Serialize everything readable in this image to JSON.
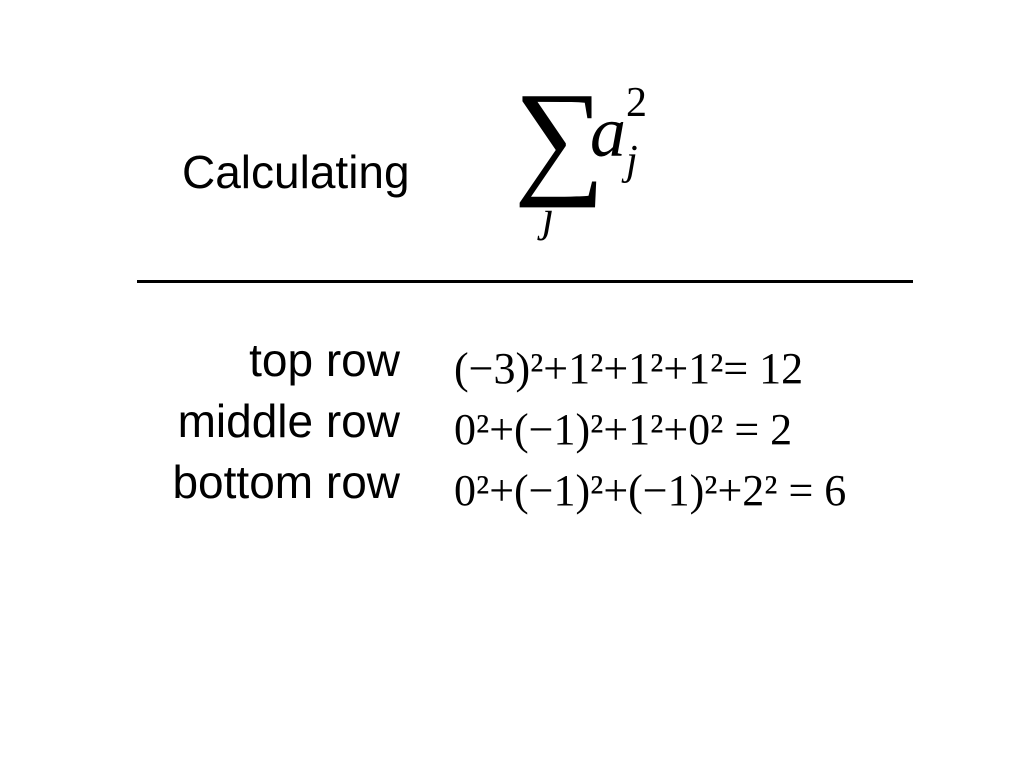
{
  "title": {
    "label": "Calculating",
    "formula": {
      "operator": "∑",
      "index": "j",
      "base": "a",
      "exponent": "2",
      "subscript": "j"
    }
  },
  "rows": [
    {
      "label": "top row",
      "expression": "(−3)²+1²+1²+1²= 12"
    },
    {
      "label": "middle row",
      "expression": "0²+(−1)²+1²+0² = 2"
    },
    {
      "label": "bottom row",
      "expression": "0²+(−1)²+(−1)²+2² = 6"
    }
  ]
}
